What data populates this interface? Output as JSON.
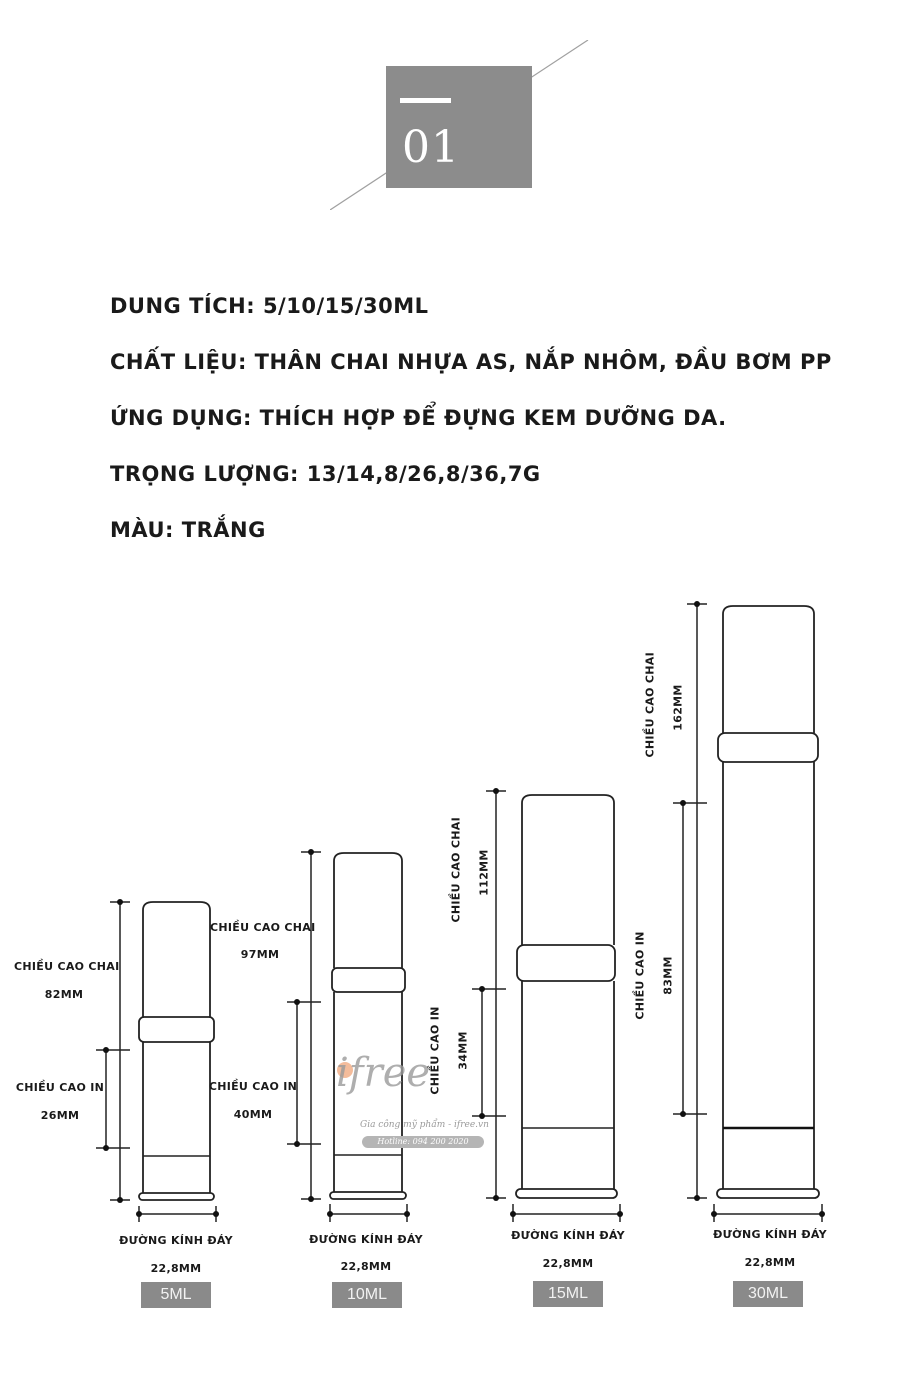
{
  "header": {
    "section_number": "01"
  },
  "specs": [
    {
      "label": "DUNG TÍCH: 5/10/15/30ML"
    },
    {
      "label": "CHẤT LIỆU: THÂN CHAI NHỰA AS, NẮP NHÔM, ĐẦU BƠM PP"
    },
    {
      "label": "ỨNG DỤNG: THÍCH HỢP ĐỂ ĐỰNG KEM DƯỠNG DA."
    },
    {
      "label": "TRỌNG LƯỢNG: 13/14,8/26,8/36,7G"
    },
    {
      "label": "MÀU: TRẮNG"
    }
  ],
  "bottles": [
    {
      "size": "5ML",
      "height_label": "CHIỀU CAO CHAI",
      "height_value": "82MM",
      "print_label": "CHIỀU CAO IN",
      "print_value": "26MM",
      "diameter_label": "ĐƯỜNG KÍNH ĐÁY",
      "diameter_value": "22,8MM"
    },
    {
      "size": "10ML",
      "height_label": "CHIỀU CAO CHAI",
      "height_value": "97MM",
      "print_label": "CHIỀU CAO IN",
      "print_value": "40MM",
      "diameter_label": "ĐƯỜNG KÍNH ĐÁY",
      "diameter_value": "22,8MM"
    },
    {
      "size": "15ML",
      "height_label": "CHIỀU CAO CHAI",
      "height_value": "112MM",
      "print_label": "CHIỀU CAO IN",
      "print_value": "34MM",
      "diameter_label": "ĐƯỜNG KÍNH ĐÁY",
      "diameter_value": "22,8MM"
    },
    {
      "size": "30ML",
      "height_label": "CHIỀU CAO CHAI",
      "height_value": "162MM",
      "print_label": "CHIỀU CAO IN",
      "print_value": "83MM",
      "diameter_label": "ĐƯỜNG KÍNH ĐÁY",
      "diameter_value": "22,8MM"
    }
  ],
  "watermark": {
    "logo": "free",
    "tagline": "Gia công mỹ phẩm - ifree.vn",
    "hotline": "Hotline: 094 200 2020"
  },
  "colors": {
    "badge_gray": "#8a8a8a",
    "number_box_gray": "#8c8c8c",
    "text": "#1a1a1a",
    "logo_accent": "#f2b08a"
  }
}
